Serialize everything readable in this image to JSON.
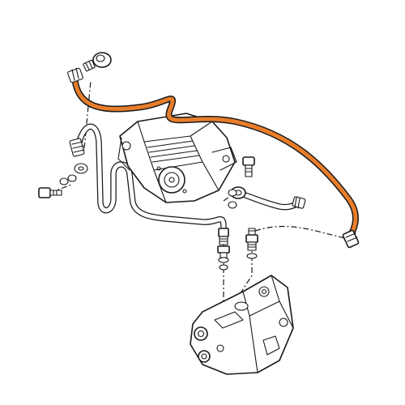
{
  "colors": {
    "highlight": "#e87d2a",
    "ink": "#1a1a1a",
    "background": "#ffffff"
  },
  "diagram": {
    "highlighted_part": "hydraulic-hose",
    "parts": [
      "highlighted-hydraulic-hose",
      "upper-banjo-fitting",
      "pump-cylinder-block",
      "steel-return-pipe",
      "curved-pressure-pipe",
      "hose-fitting-right",
      "banjo-bolt-left",
      "banjo-bolt-right",
      "sealing-washers",
      "adapter-nipple-left",
      "adapter-nipple-right",
      "control-valve-block",
      "assembly-dashed-leaders"
    ]
  }
}
